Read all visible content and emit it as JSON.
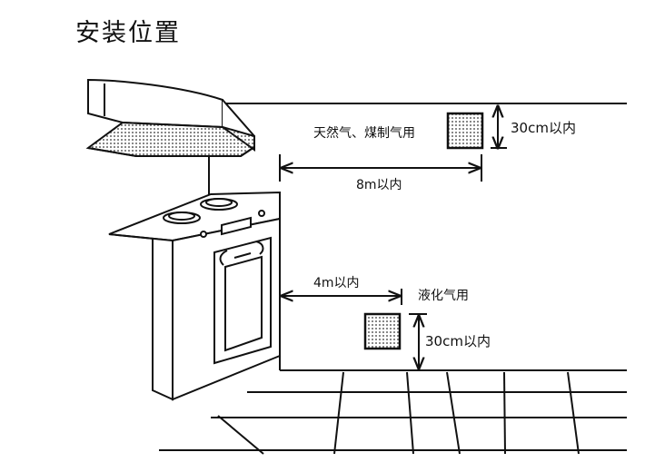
{
  "title": "安装位置",
  "labels": {
    "natural_gas": "天然气、煤制气用",
    "lpg": "液化气用",
    "height_top": "30cm以内",
    "height_bottom": "30cm以内",
    "distance_natural_gas": "8m以内",
    "distance_lpg": "4m以内"
  },
  "colors": {
    "line": "#111111",
    "detector_dots": "#555555"
  }
}
